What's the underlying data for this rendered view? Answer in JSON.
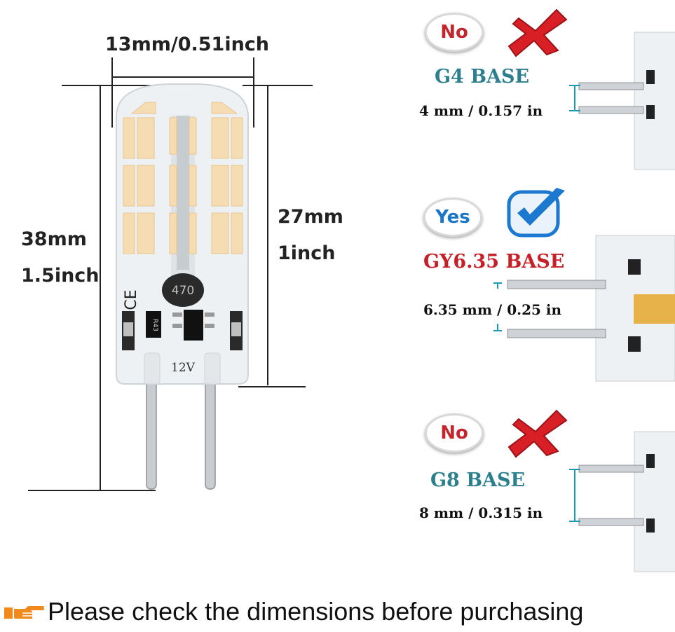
{
  "dimensions": {
    "width_label": "13mm/0.51inch",
    "height_total_mm": "38mm",
    "height_total_in": "1.5inch",
    "height_body_mm": "27mm",
    "height_body_in": "1inch"
  },
  "bulb": {
    "chip_marking": "470",
    "resistor_marking": "R43",
    "voltage_marking": "12V",
    "certification_mark": "CE"
  },
  "bases": [
    {
      "badge": "No",
      "status_icon": "cross-icon",
      "label": "G4 BASE",
      "spec": "4 mm / 0.157 in",
      "color": "#2e7f8d"
    },
    {
      "badge": "Yes",
      "status_icon": "checkmark-icon",
      "label": "GY6.35 BASE",
      "spec": "6.35 mm / 0.25 in",
      "color": "#c71f27"
    },
    {
      "badge": "No",
      "status_icon": "cross-icon",
      "label": "G8 BASE",
      "spec": "8 mm / 0.315 in",
      "color": "#2e7f8d"
    }
  ],
  "footer": {
    "icon": "pointing-hand-icon",
    "text": "Please check the dimensions before purchasing"
  },
  "colors": {
    "led": "#f6dcb2",
    "cross": "#d81f26",
    "check": "#1d78d0",
    "hand": "#f08a1c"
  }
}
